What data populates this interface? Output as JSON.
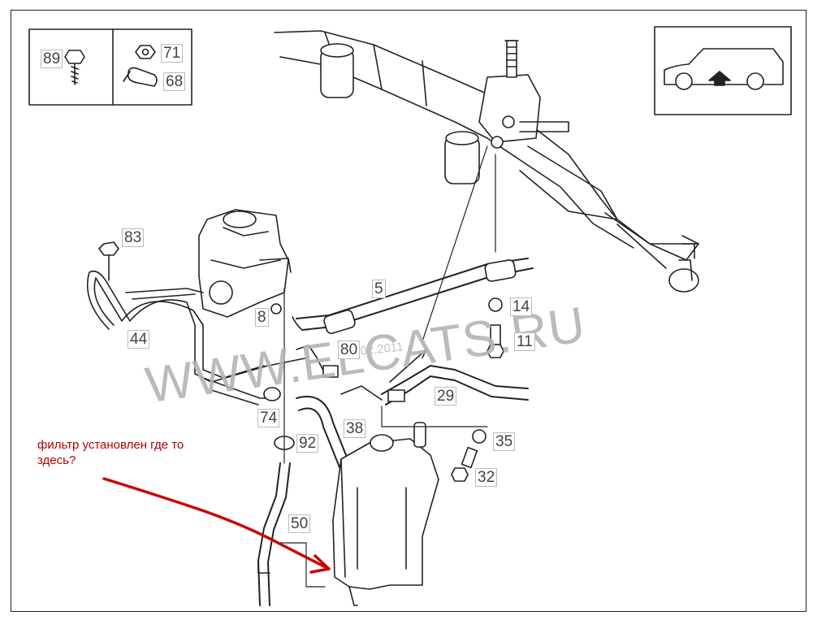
{
  "watermark": "WWW.ELCATS.RU",
  "datestamp": "07.02.2011",
  "note": "фильтр установлен где то здесь?",
  "parts_legend": [
    {
      "number": "89",
      "icon": "screw-icon"
    },
    {
      "number": "71",
      "icon": "nut-icon"
    },
    {
      "number": "68",
      "icon": "clip-icon"
    }
  ],
  "callouts": {
    "p83": "83",
    "p44": "44",
    "p8": "8",
    "p5": "5",
    "p14": "14",
    "p11": "11",
    "p80": "80",
    "p29": "29",
    "p74": "74",
    "p38": "38",
    "p92": "92",
    "p35": "35",
    "p32": "32",
    "p50": "50"
  },
  "colors": {
    "annotation": "#b00000",
    "line_art": "#222222",
    "watermark": "#b4b4b4"
  }
}
